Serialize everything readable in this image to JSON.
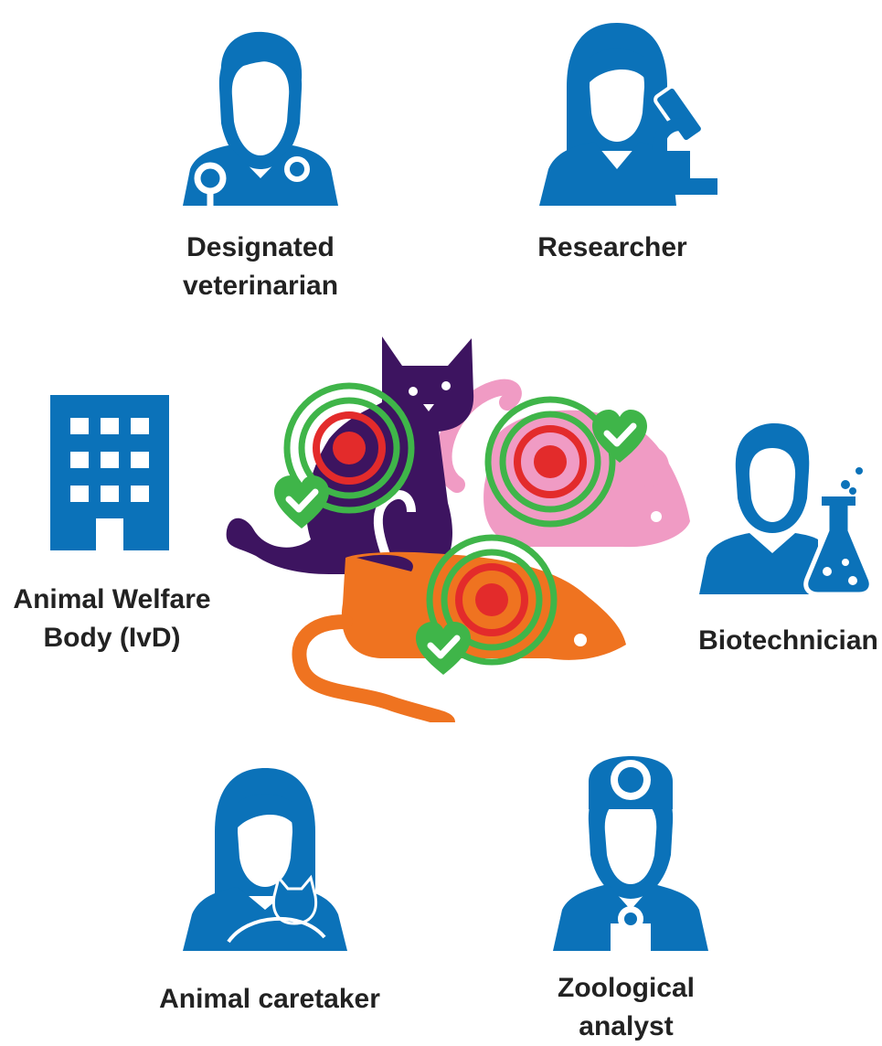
{
  "colors": {
    "icon_blue": "#0b72b9",
    "cat_purple": "#3d1460",
    "mouse_pink": "#f09bc4",
    "rat_orange": "#ef7320",
    "target_green": "#3fb549",
    "target_red": "#e32b2b",
    "label_text": "#222222"
  },
  "roles": {
    "vet": {
      "icon": "veterinarian-stethoscope-icon",
      "line1": "Designated",
      "line2": "veterinarian"
    },
    "researcher": {
      "icon": "researcher-microscope-icon",
      "line1": "Researcher"
    },
    "welfare": {
      "icon": "building-icon",
      "line1": "Animal Welfare",
      "line2": "Body (IvD)"
    },
    "biotech": {
      "icon": "biotechnician-flask-icon",
      "line1": "Biotechnician"
    },
    "caretaker": {
      "icon": "caretaker-cat-icon",
      "line1": "Animal caretaker"
    },
    "zoo": {
      "icon": "zoological-analyst-head-mirror-icon",
      "line1": "Zoological",
      "line2": "analyst"
    }
  },
  "center": {
    "animals": [
      "cat-icon",
      "mouse-icon",
      "rat-icon"
    ],
    "markers": [
      "target-icon",
      "heart-check-icon"
    ]
  }
}
